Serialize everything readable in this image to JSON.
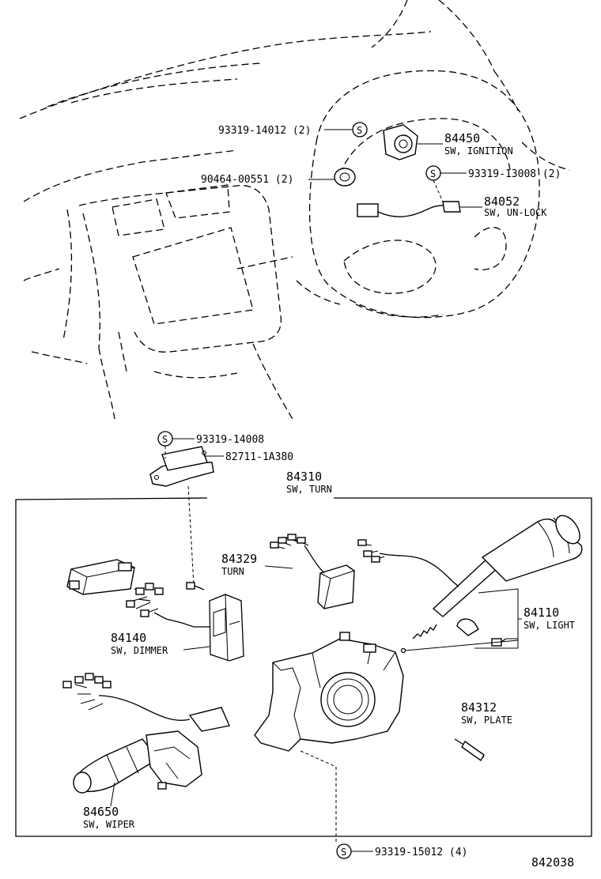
{
  "labels": {
    "screw_ign_pn": "93319-14012 (2)",
    "ignition_pn": "84450",
    "ignition_name": "SW, IGNITION",
    "clamp_pn": "90464-00551 (2)",
    "screw_unlock_pn": "93319-13008 (2)",
    "unlock_pn": "84052",
    "unlock_name": "SW, UN-LOCK",
    "screw_bracket_pn": "93319-14008",
    "bracket_pn": "82711-1A380",
    "turn_assy_pn": "84310",
    "turn_assy_name": "SW, TURN",
    "turn_relay_pn": "84329",
    "turn_relay_name": "TURN",
    "light_pn": "84110",
    "light_name": "SW, LIGHT",
    "dimmer_pn": "84140",
    "dimmer_name": "SW, DIMMER",
    "plate_pn": "84312",
    "plate_name": "SW, PLATE",
    "wiper_pn": "84650",
    "wiper_name": "SW, WIPER",
    "screw_bottom_pn": "93319-15012 (4)",
    "diagram_no": "842038"
  },
  "symbols": {
    "screw_symbol": "S"
  }
}
